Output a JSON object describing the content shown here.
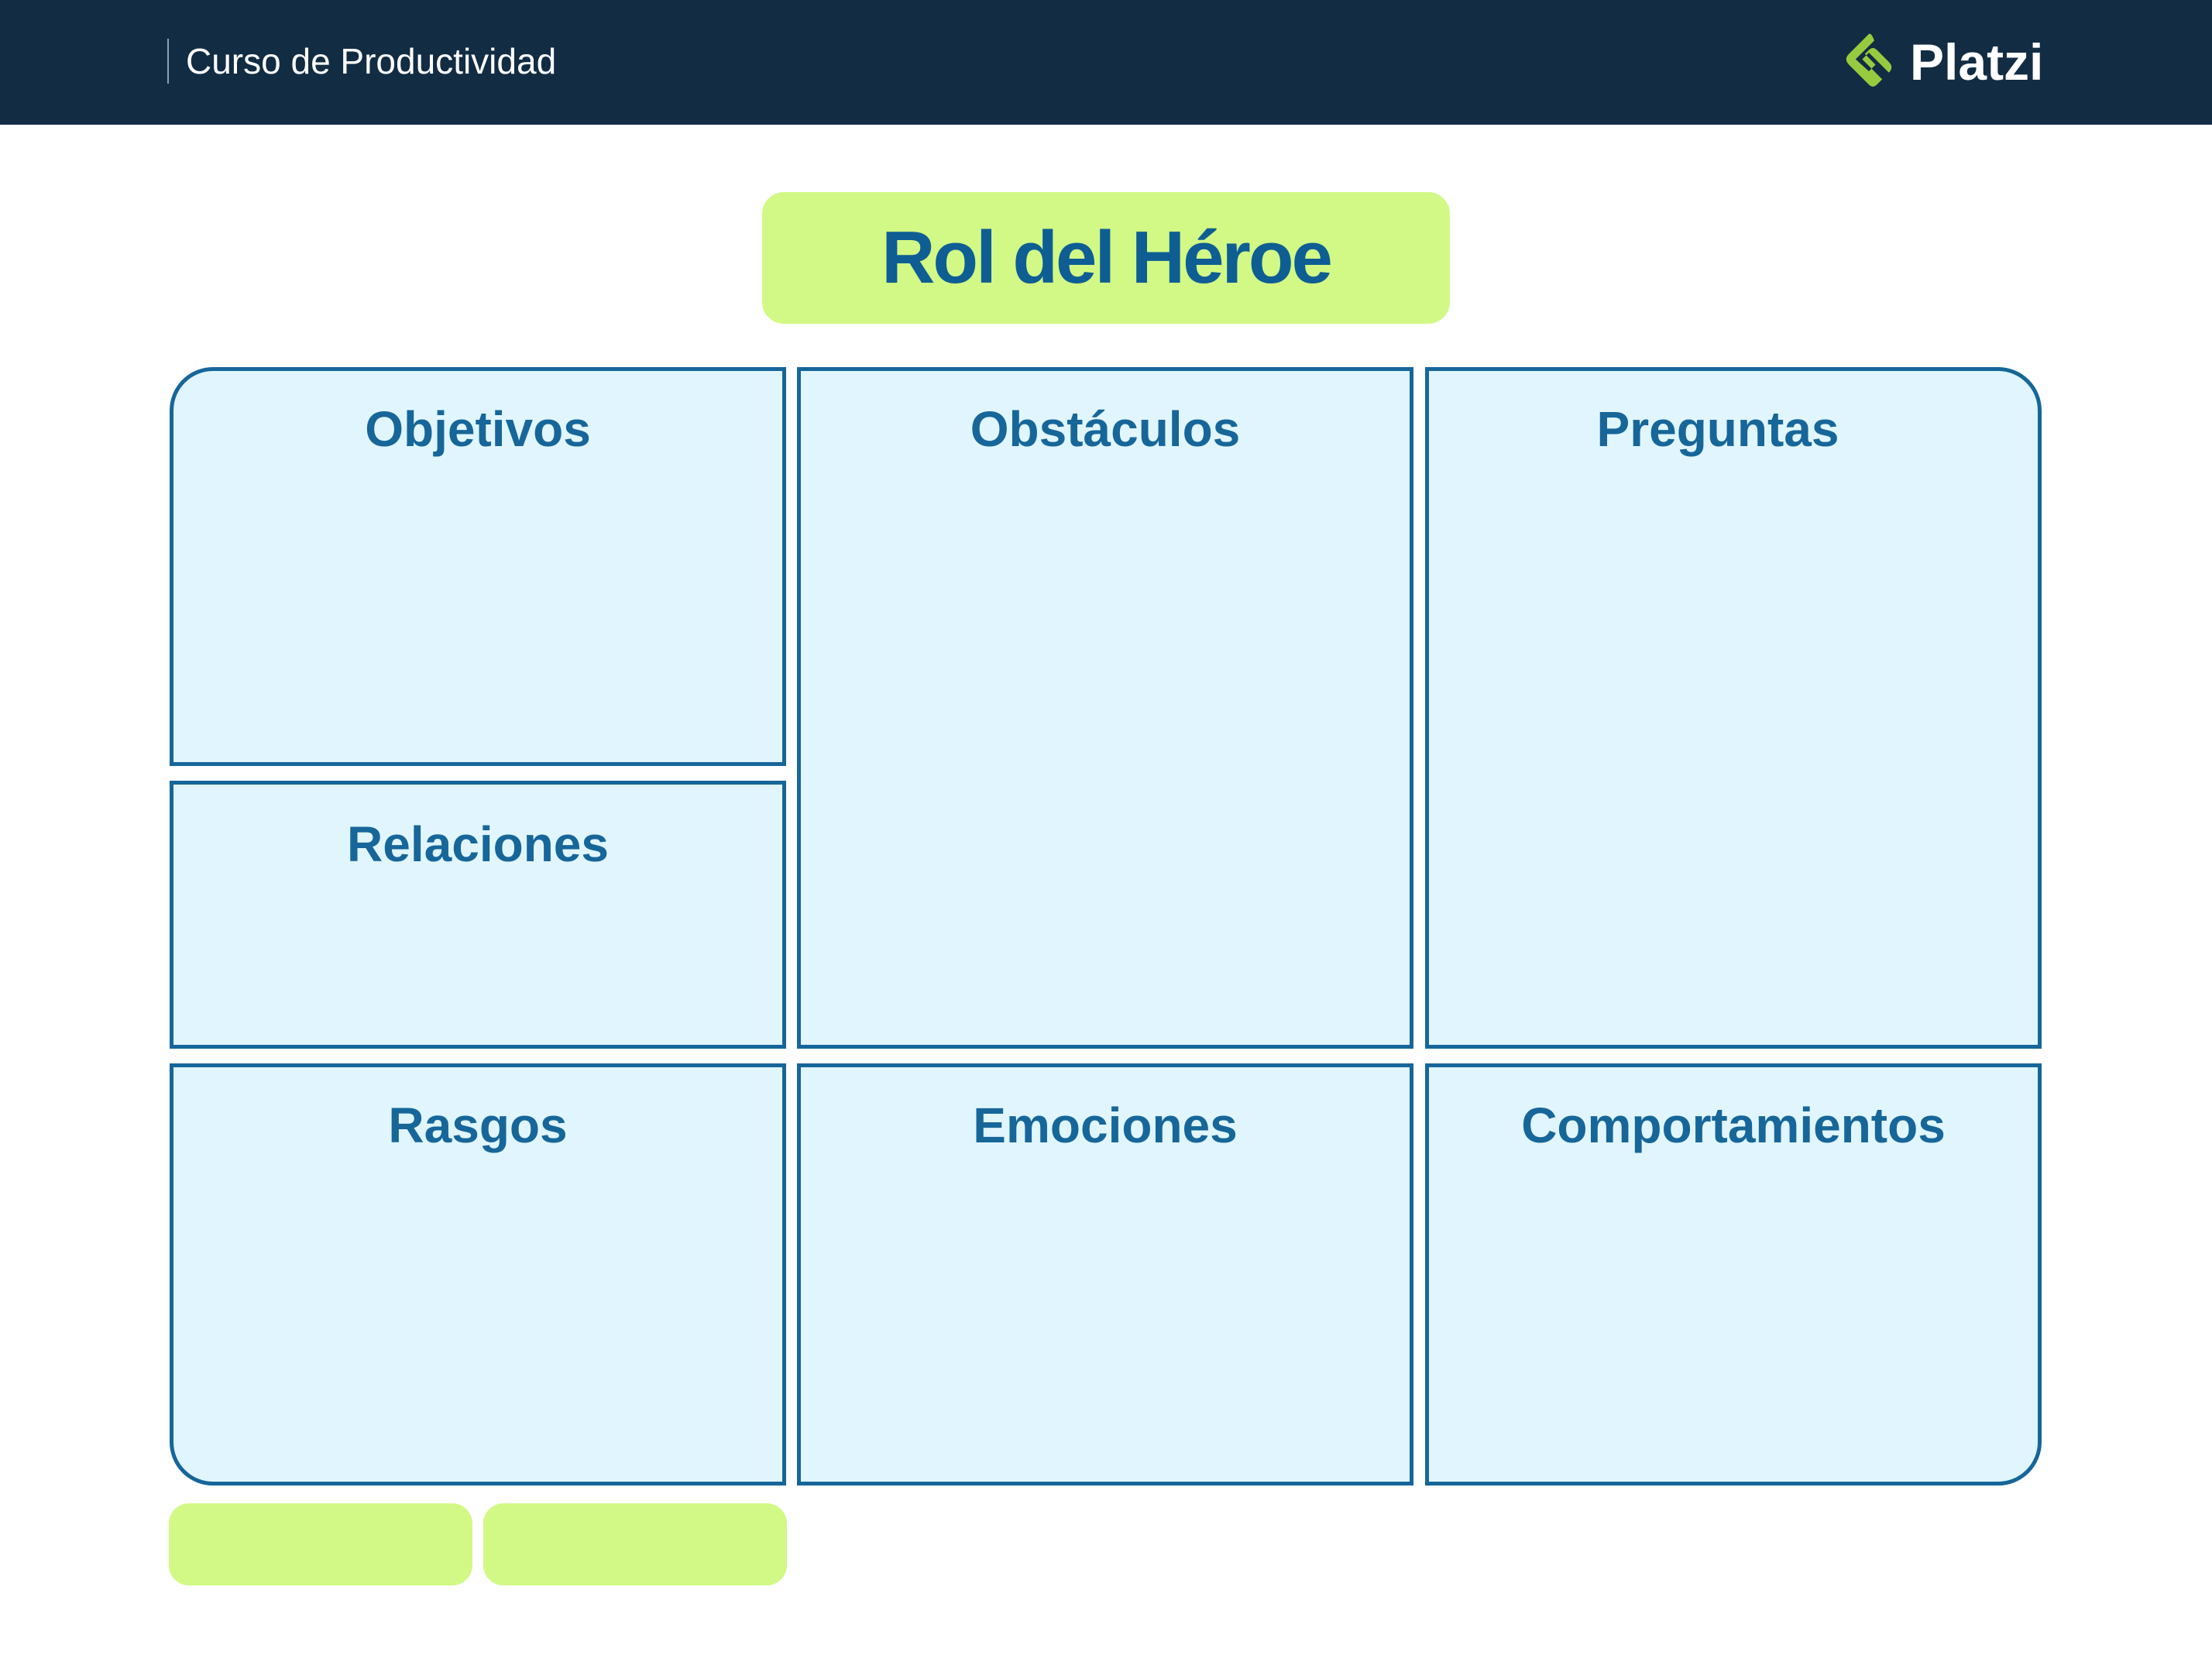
{
  "header": {
    "course_title": "Curso de Productividad",
    "brand_name": "Platzi",
    "background_color": "#122c43",
    "brand_logo_icon": "platzi-logo-icon",
    "brand_logo_color": "#98ca3f"
  },
  "title": {
    "text": "Rol del Héroe",
    "background_color": "#d2f985",
    "text_color": "#0e5e94"
  },
  "canvas": {
    "cell_fill_color": "#e0f5fd",
    "cell_border_color": "#16669a",
    "cells": [
      {
        "id": "objetivos",
        "label": "Objetivos"
      },
      {
        "id": "relaciones",
        "label": "Relaciones"
      },
      {
        "id": "obstaculos",
        "label": "Obstáculos"
      },
      {
        "id": "preguntas",
        "label": "Preguntas"
      },
      {
        "id": "rasgos",
        "label": "Rasgos"
      },
      {
        "id": "emociones",
        "label": "Emociones"
      },
      {
        "id": "comportamientos",
        "label": "Comportamientos"
      }
    ]
  },
  "footer_tags": {
    "color": "#d2f985",
    "count": 2
  }
}
